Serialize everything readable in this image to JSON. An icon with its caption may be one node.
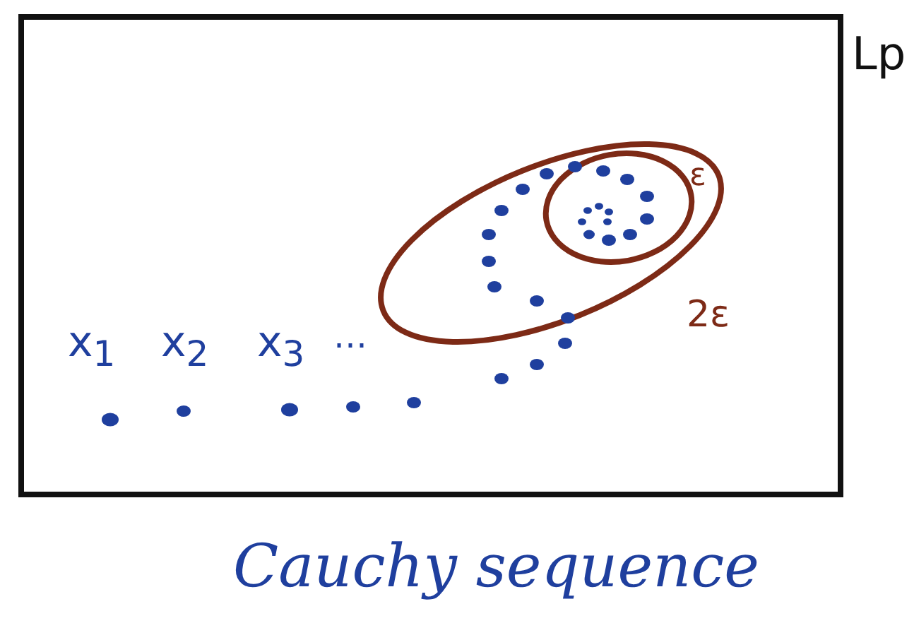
{
  "diagram": {
    "caption": "Cauchy sequence",
    "labels": [
      "x$_{1}$",
      "x$_{2}$",
      "x$_{3}$",
      "…",
      "ε",
      "2ε",
      "Lp"
    ]
  }
}
